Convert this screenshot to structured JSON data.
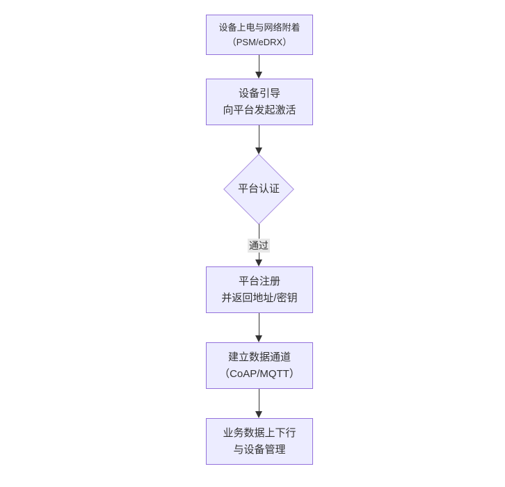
{
  "diagram": {
    "type": "flowchart",
    "direction": "top-down",
    "colors": {
      "background": "#ffffff",
      "node_fill": "#ECECFF",
      "node_border": "#9370DB",
      "text": "#333333",
      "arrow": "#333333",
      "edge_label_bg": "#e8e8e8"
    },
    "nodes": [
      {
        "id": "n1",
        "shape": "rect",
        "lines": [
          "设备上电与网络附着",
          "（PSM/eDRX）"
        ]
      },
      {
        "id": "n2",
        "shape": "rect",
        "lines": [
          "设备引导",
          "向平台发起激活"
        ]
      },
      {
        "id": "n3",
        "shape": "diamond",
        "lines": [
          "平台认证"
        ]
      },
      {
        "id": "n4",
        "shape": "rect",
        "lines": [
          "平台注册",
          "并返回地址/密钥"
        ]
      },
      {
        "id": "n5",
        "shape": "rect",
        "lines": [
          "建立数据通道",
          "（CoAP/MQTT）"
        ]
      },
      {
        "id": "n6",
        "shape": "rect",
        "lines": [
          "业务数据上下行",
          "与设备管理"
        ]
      }
    ],
    "edges": [
      {
        "from": "n1",
        "to": "n2",
        "label": ""
      },
      {
        "from": "n2",
        "to": "n3",
        "label": ""
      },
      {
        "from": "n3",
        "to": "n4",
        "label": "通过"
      },
      {
        "from": "n4",
        "to": "n5",
        "label": ""
      },
      {
        "from": "n5",
        "to": "n6",
        "label": ""
      }
    ]
  }
}
